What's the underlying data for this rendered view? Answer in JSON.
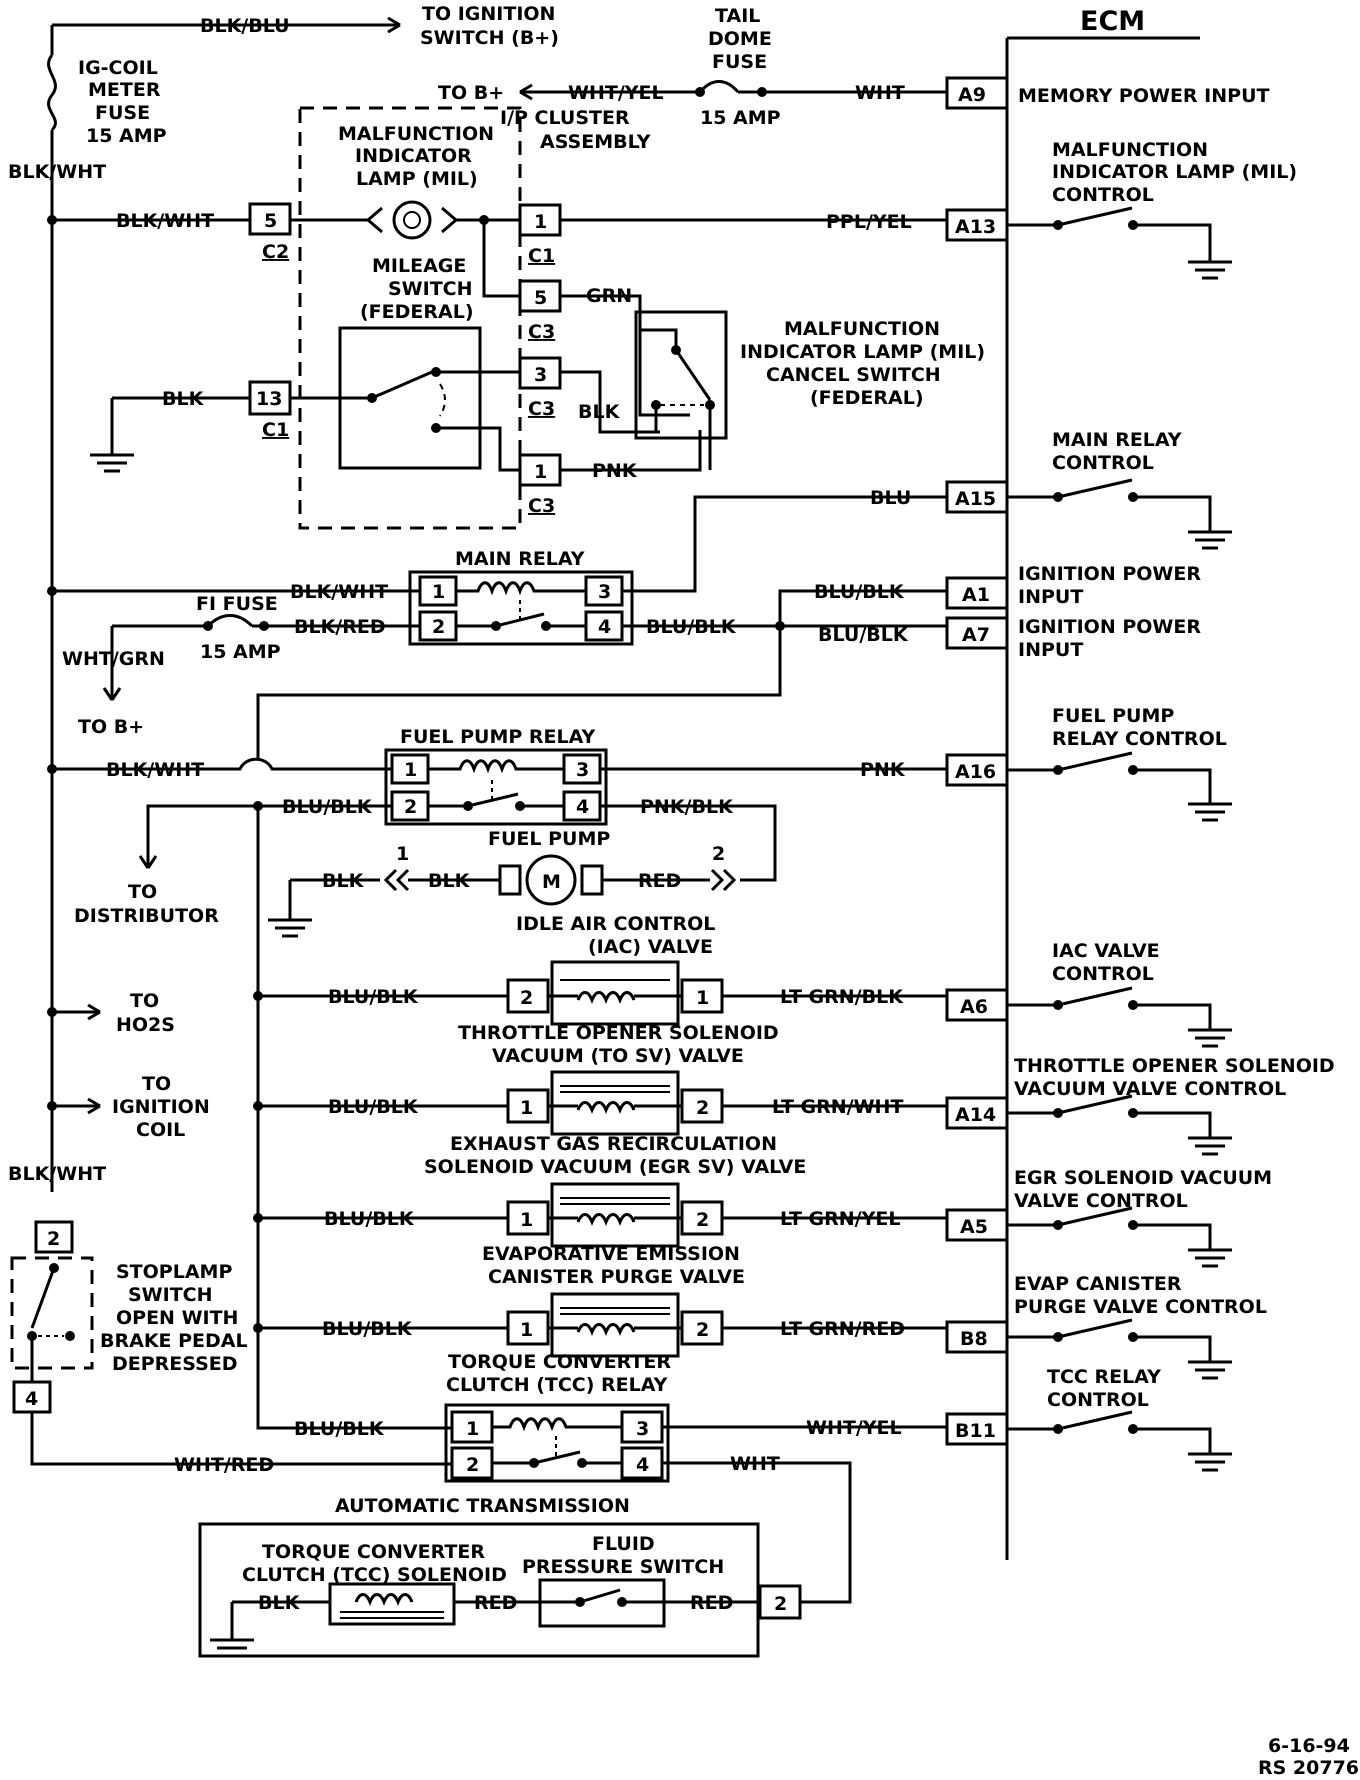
{
  "ecm": {
    "title": "ECM",
    "pins": [
      {
        "pin": "A9",
        "desc": [
          "MEMORY POWER INPUT"
        ]
      },
      {
        "pin": "A13",
        "desc": [
          "MALFUNCTION",
          "INDICATOR LAMP (MIL)",
          "CONTROL"
        ]
      },
      {
        "pin": "A15",
        "desc": [
          "MAIN RELAY",
          "CONTROL"
        ]
      },
      {
        "pin": "A1",
        "desc": [
          "IGNITION POWER",
          "INPUT"
        ]
      },
      {
        "pin": "A7",
        "desc": [
          "IGNITION POWER",
          "INPUT"
        ]
      },
      {
        "pin": "A16",
        "desc": [
          "FUEL PUMP",
          "RELAY CONTROL"
        ]
      },
      {
        "pin": "A6",
        "desc": [
          "IAC VALVE",
          "CONTROL"
        ]
      },
      {
        "pin": "A14",
        "desc": [
          "THROTTLE OPENER SOLENOID",
          "VACUUM VALVE CONTROL"
        ]
      },
      {
        "pin": "A5",
        "desc": [
          "EGR SOLENOID VACUUM",
          "VALVE CONTROL"
        ]
      },
      {
        "pin": "B8",
        "desc": [
          "EVAP CANISTER",
          "PURGE VALVE CONTROL"
        ]
      },
      {
        "pin": "B11",
        "desc": [
          "TCC RELAY",
          "CONTROL"
        ]
      }
    ]
  },
  "top": {
    "blk_blu": "BLK/BLU",
    "to_ignition": [
      "TO IGNITION",
      "SWITCH (B+)"
    ],
    "ig_coil_fuse": [
      "IG-COIL",
      "METER",
      "FUSE",
      "15 AMP"
    ],
    "blk_wht": "BLK/WHT",
    "tail_dome_fuse": [
      "TAIL",
      "DOME",
      "FUSE"
    ],
    "tail_amp": "15 AMP",
    "to_b_plus": "TO B+",
    "wht_yel": "WHT/YEL",
    "wht": "WHT",
    "ip_cluster": [
      "I/P CLUSTER",
      "ASSEMBLY"
    ]
  },
  "cluster": {
    "mil": [
      "MALFUNCTION",
      "INDICATOR",
      "LAMP (MIL)"
    ],
    "mileage": [
      "MILEAGE",
      "SWITCH",
      "(FEDERAL)"
    ],
    "pin5": "5",
    "c2": "C2",
    "pin13": "13",
    "c1": "C1",
    "r_pin1": "1",
    "r_c1": "C1",
    "r_pin5": "5",
    "r_c3a": "C3",
    "r_pin3": "3",
    "r_c3b": "C3",
    "r_pin1b": "1",
    "r_c3c": "C3",
    "blk_wht": "BLK/WHT",
    "blk": "BLK",
    "ppl_yel": "PPL/YEL",
    "grn": "GRN",
    "blk2": "BLK",
    "pnk": "PNK"
  },
  "cancel_switch": [
    "MALFUNCTION",
    "INDICATOR LAMP (MIL)",
    "CANCEL SWITCH",
    "(FEDERAL)"
  ],
  "main_relay": {
    "title": "MAIN RELAY",
    "pins": [
      "1",
      "2",
      "3",
      "4"
    ],
    "blk_wht": "BLK/WHT",
    "blk_red": "BLK/RED",
    "blu": "BLU",
    "blu_blk_a": "BLU/BLK",
    "blu_blk_b": "BLU/BLK",
    "blu_blk_c": "BLU/BLK",
    "fi_fuse": "FI FUSE",
    "fi_amp": "15 AMP",
    "wht_grn": "WHT/GRN",
    "to_b_plus": "TO B+"
  },
  "fuel_pump_relay": {
    "title": "FUEL PUMP RELAY",
    "pins": [
      "1",
      "2",
      "3",
      "4"
    ],
    "blk_wht": "BLK/WHT",
    "blu_blk": "BLU/BLK",
    "pnk": "PNK",
    "pnk_blk": "PNK/BLK",
    "to_distributor": [
      "TO",
      "DISTRIBUTOR"
    ]
  },
  "fuel_pump": {
    "title": "FUEL PUMP",
    "motor": "M",
    "c1": "1",
    "c2": "2",
    "blk_a": "BLK",
    "blk_b": "BLK",
    "red": "RED"
  },
  "iac": {
    "title": [
      "IDLE AIR CONTROL",
      "(IAC) VALVE"
    ],
    "pin_left": "2",
    "pin_right": "1",
    "wire_left": "BLU/BLK",
    "wire_right": "LT GRN/BLK"
  },
  "tosv": {
    "title": [
      "THROTTLE OPENER SOLENOID",
      "VACUUM (TO SV) VALVE"
    ],
    "pin_left": "1",
    "pin_right": "2",
    "wire_left": "BLU/BLK",
    "wire_right": "LT GRN/WHT"
  },
  "egr": {
    "title": [
      "EXHAUST GAS RECIRCULATION",
      "SOLENOID VACUUM (EGR SV) VALVE"
    ],
    "pin_left": "1",
    "pin_right": "2",
    "wire_left": "BLU/BLK",
    "wire_right": "LT GRN/YEL"
  },
  "evap": {
    "title": [
      "EVAPORATIVE EMISSION",
      "CANISTER PURGE VALVE"
    ],
    "pin_left": "1",
    "pin_right": "2",
    "wire_left": "BLU/BLK",
    "wire_right": "LT GRN/RED"
  },
  "left": {
    "to_ho2s": [
      "TO",
      "HO2S"
    ],
    "to_ign_coil": [
      "TO",
      "IGNITION",
      "COIL"
    ],
    "blk_wht": "BLK/WHT"
  },
  "stoplamp": {
    "pin_top": "2",
    "pin_bottom": "4",
    "label": [
      "STOPLAMP",
      "SWITCH",
      "OPEN WITH",
      "BRAKE PEDAL",
      "DEPRESSED"
    ],
    "wht_red": "WHT/RED"
  },
  "tcc_relay": {
    "title": [
      "TORQUE CONVERTER",
      "CLUTCH (TCC) RELAY"
    ],
    "pins": [
      "1",
      "2",
      "3",
      "4"
    ],
    "blu_blk": "BLU/BLK",
    "wht_yel": "WHT/YEL",
    "wht": "WHT"
  },
  "auto_trans": {
    "title": "AUTOMATIC TRANSMISSION",
    "tcc_solenoid": [
      "TORQUE CONVERTER",
      "CLUTCH (TCC) SOLENOID"
    ],
    "fluid_switch": [
      "FLUID",
      "PRESSURE SWITCH"
    ],
    "blk": "BLK",
    "red_a": "RED",
    "red_b": "RED",
    "pin": "2"
  },
  "footer": [
    "6-16-94",
    "RS 20776"
  ]
}
